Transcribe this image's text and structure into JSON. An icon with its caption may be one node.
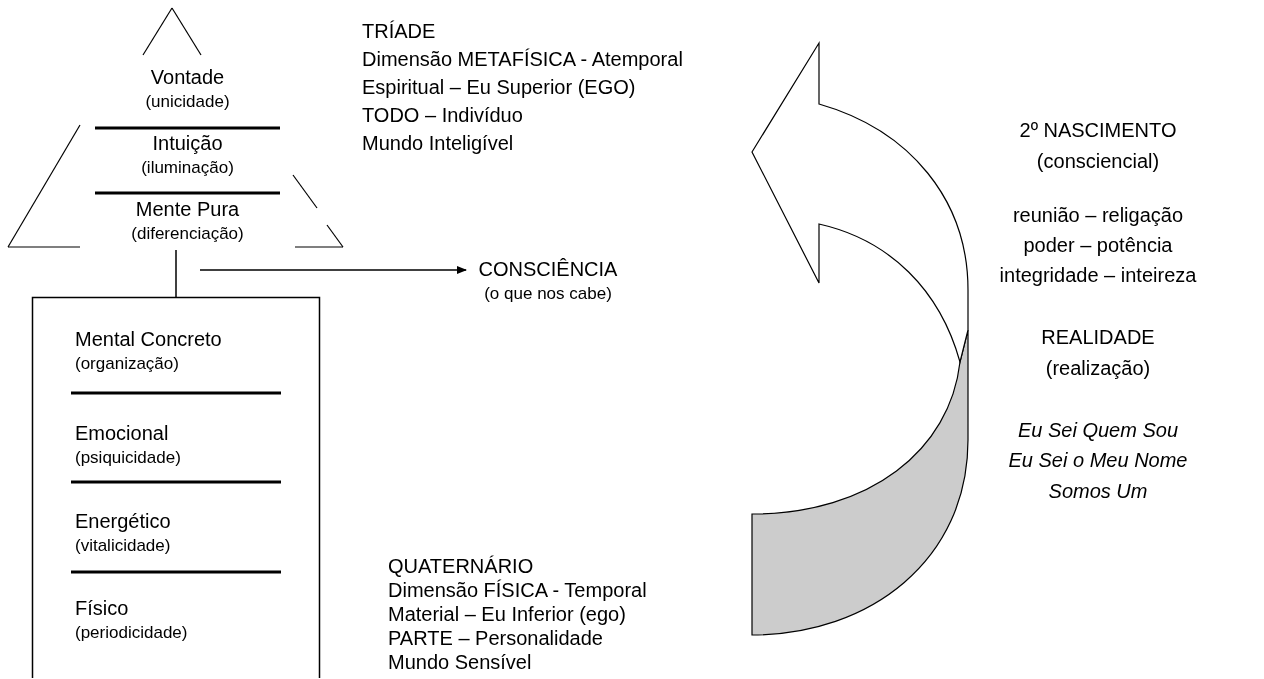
{
  "diagram": {
    "nodes": [
      {
        "text": [],
        "shape": "triangle"
      },
      {
        "text": [
          "Vontade",
          "(unicidade)"
        ],
        "in": 0
      },
      {
        "text": [
          "Intuição",
          "(iluminação)"
        ],
        "in": 0
      },
      {
        "text": [
          "Mente Pura",
          "(diferenciação)"
        ],
        "in": 0
      },
      {
        "text": [],
        "shape": "box"
      },
      {
        "text": [
          "Mental Concreto",
          "(organização)"
        ],
        "in": 4
      },
      {
        "text": [
          "Emocional",
          "(psiquicidade)"
        ],
        "in": 4
      },
      {
        "text": [
          "Energético",
          "(vitalicidade)"
        ],
        "in": 4
      },
      {
        "text": [
          "Físico",
          "(periodicidade)"
        ],
        "in": 4
      },
      {
        "text": [
          "CONSCIÊNCIA",
          "(o que nos cabe)"
        ]
      }
    ],
    "edges": [
      {
        "from": 3,
        "to": 4,
        "arrow": "none"
      },
      {
        "from": null,
        "to": 9,
        "arrow": "to"
      }
    ],
    "labels": [
      "TRÍADE",
      "Dimensão METAFÍSICA - Atemporal",
      "Espiritual – Eu Superior (EGO)",
      "TODO – Indivíduo",
      "Mundo Inteligível",
      "2º NASCIMENTO",
      "(consciencial)",
      "reunião – religação",
      "poder – potência",
      "integridade – inteireza",
      "REALIDADE",
      "(realização)",
      "Eu Sei Quem Sou",
      "Eu Sei o Meu Nome",
      "Somos Um",
      "QUATERNÁRIO",
      "Dimensão FÍSICA - Temporal",
      "Material – Eu Inferior (ego)",
      "PARTE – Personalidade",
      "Mundo Sensível"
    ]
  }
}
